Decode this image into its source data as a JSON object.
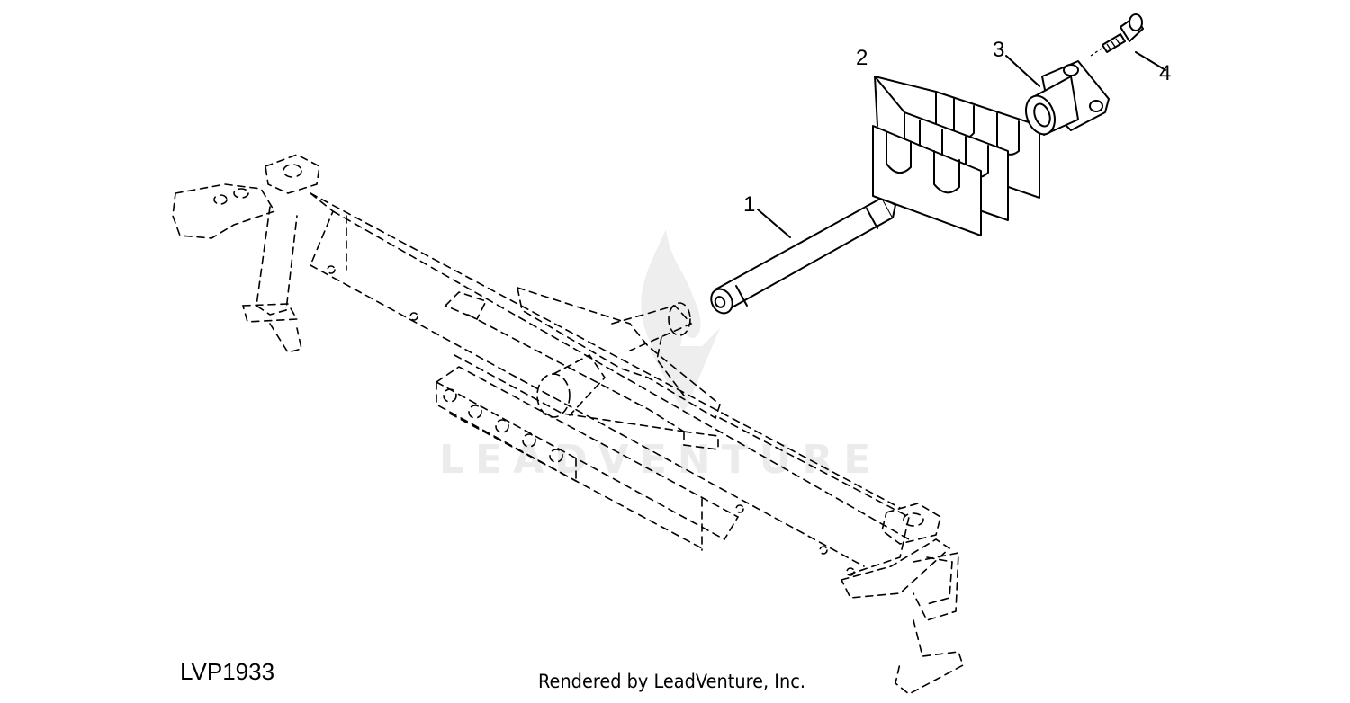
{
  "callouts": [
    {
      "id": "1",
      "label": "1"
    },
    {
      "id": "2",
      "label": "2"
    },
    {
      "id": "3",
      "label": "3"
    },
    {
      "id": "4",
      "label": "4"
    }
  ],
  "figure_id": "LVP1933",
  "credit": "Rendered by LeadVenture, Inc.",
  "watermark": "LEADVENTURE"
}
